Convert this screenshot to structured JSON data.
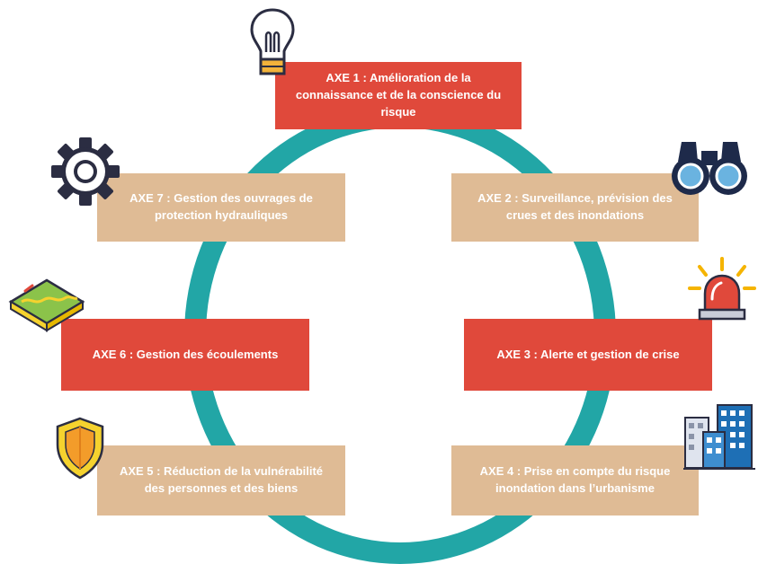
{
  "axes": [
    {
      "label": "AXE 1 : Amélioration de la connaissance et de la conscience du risque",
      "icon": "lightbulb-icon",
      "color": "#e0493b"
    },
    {
      "label": "AXE 2 : Surveillance, prévision des crues et des inondations",
      "icon": "binoculars-icon",
      "color": "#dfbb95"
    },
    {
      "label": "AXE 3 : Alerte et gestion de crise",
      "icon": "siren-icon",
      "color": "#e0493b"
    },
    {
      "label": "AXE 4 : Prise en compte du risque inondation dans l’urbanisme",
      "icon": "buildings-icon",
      "color": "#dfbb95"
    },
    {
      "label": "AXE 5 : Réduction de la vulnérabilité des personnes et des biens",
      "icon": "shield-icon",
      "color": "#dfbb95"
    },
    {
      "label": "AXE 6 : Gestion des écoulements",
      "icon": "river-map-icon",
      "color": "#e0493b"
    },
    {
      "label": "AXE 7 : Gestion des ouvrages de protection hydrauliques",
      "icon": "gear-icon",
      "color": "#dfbb95"
    }
  ],
  "ring_color": "#22a6a6"
}
